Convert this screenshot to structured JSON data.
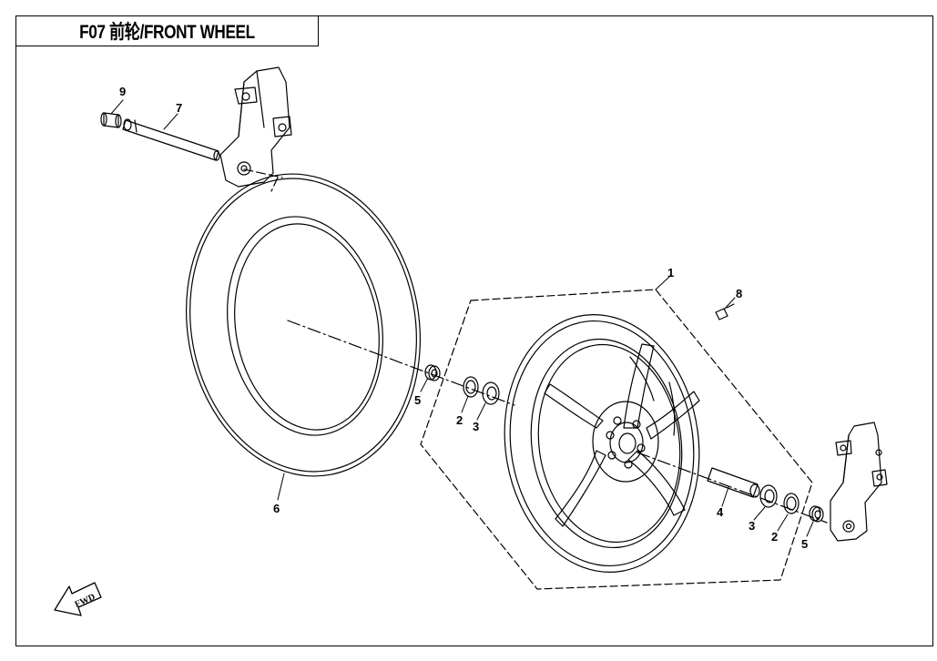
{
  "title": "F07  前轮/FRONT WHEEL",
  "callouts": [
    {
      "id": "c1",
      "label": "1"
    },
    {
      "id": "c2a",
      "label": "2"
    },
    {
      "id": "c3a",
      "label": "3"
    },
    {
      "id": "c2b",
      "label": "2"
    },
    {
      "id": "c3b",
      "label": "3"
    },
    {
      "id": "c4",
      "label": "4"
    },
    {
      "id": "c5a",
      "label": "5"
    },
    {
      "id": "c5b",
      "label": "5"
    },
    {
      "id": "c6",
      "label": "6"
    },
    {
      "id": "c7",
      "label": "7"
    },
    {
      "id": "c8",
      "label": "8"
    },
    {
      "id": "c9",
      "label": "9"
    }
  ],
  "fwd_label": "FWD"
}
